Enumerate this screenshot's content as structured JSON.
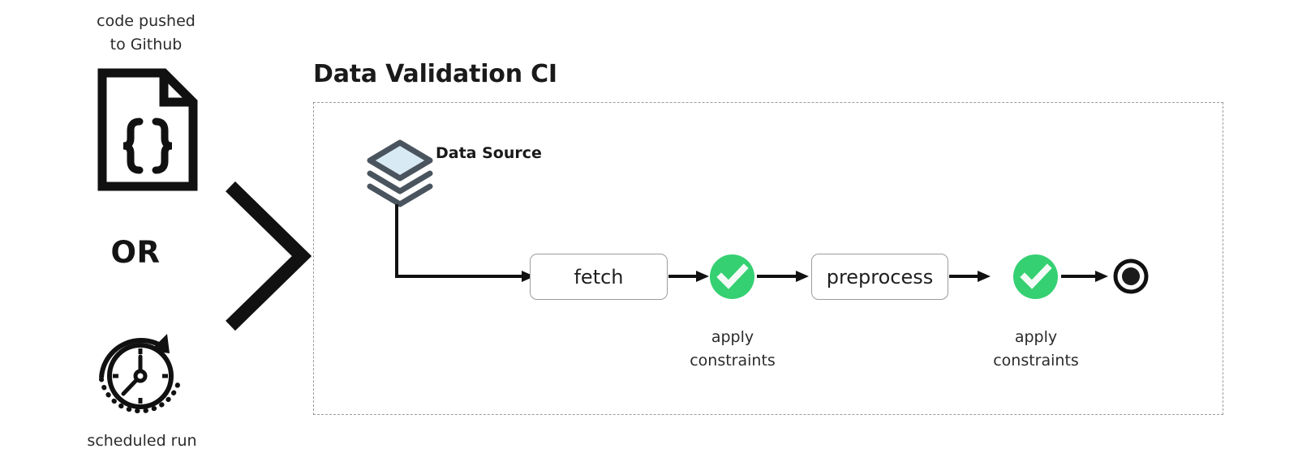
{
  "theme": {
    "accent_green": "#35d072",
    "source_slate": "#4a545e",
    "source_fill": "#d8eaf4",
    "ink": "#1a1a1a",
    "panel_dash": "#9a9a9a",
    "node_border": "#9c9c9c"
  },
  "triggers": {
    "code_push_label": "code pushed\nto Github",
    "code_push_icon": "json-file-icon",
    "or_label": "OR",
    "schedule_label": "scheduled run",
    "schedule_icon": "clock-refresh-icon",
    "flow_icon": "chevron-right-icon"
  },
  "pipeline": {
    "title": "Data Validation CI",
    "source": {
      "label": "Data Source",
      "icon": "layers-stack-icon"
    },
    "nodes": [
      {
        "id": "fetch",
        "label": "fetch",
        "type": "task"
      },
      {
        "id": "preprocess",
        "label": "preprocess",
        "type": "task"
      }
    ],
    "checks": [
      {
        "id": "check-1",
        "icon": "check-circle-icon",
        "caption": "apply\nconstraints"
      },
      {
        "id": "check-2",
        "icon": "check-circle-icon",
        "caption": "apply\nconstraints"
      }
    ],
    "end_node": {
      "icon": "end-state-icon"
    }
  }
}
